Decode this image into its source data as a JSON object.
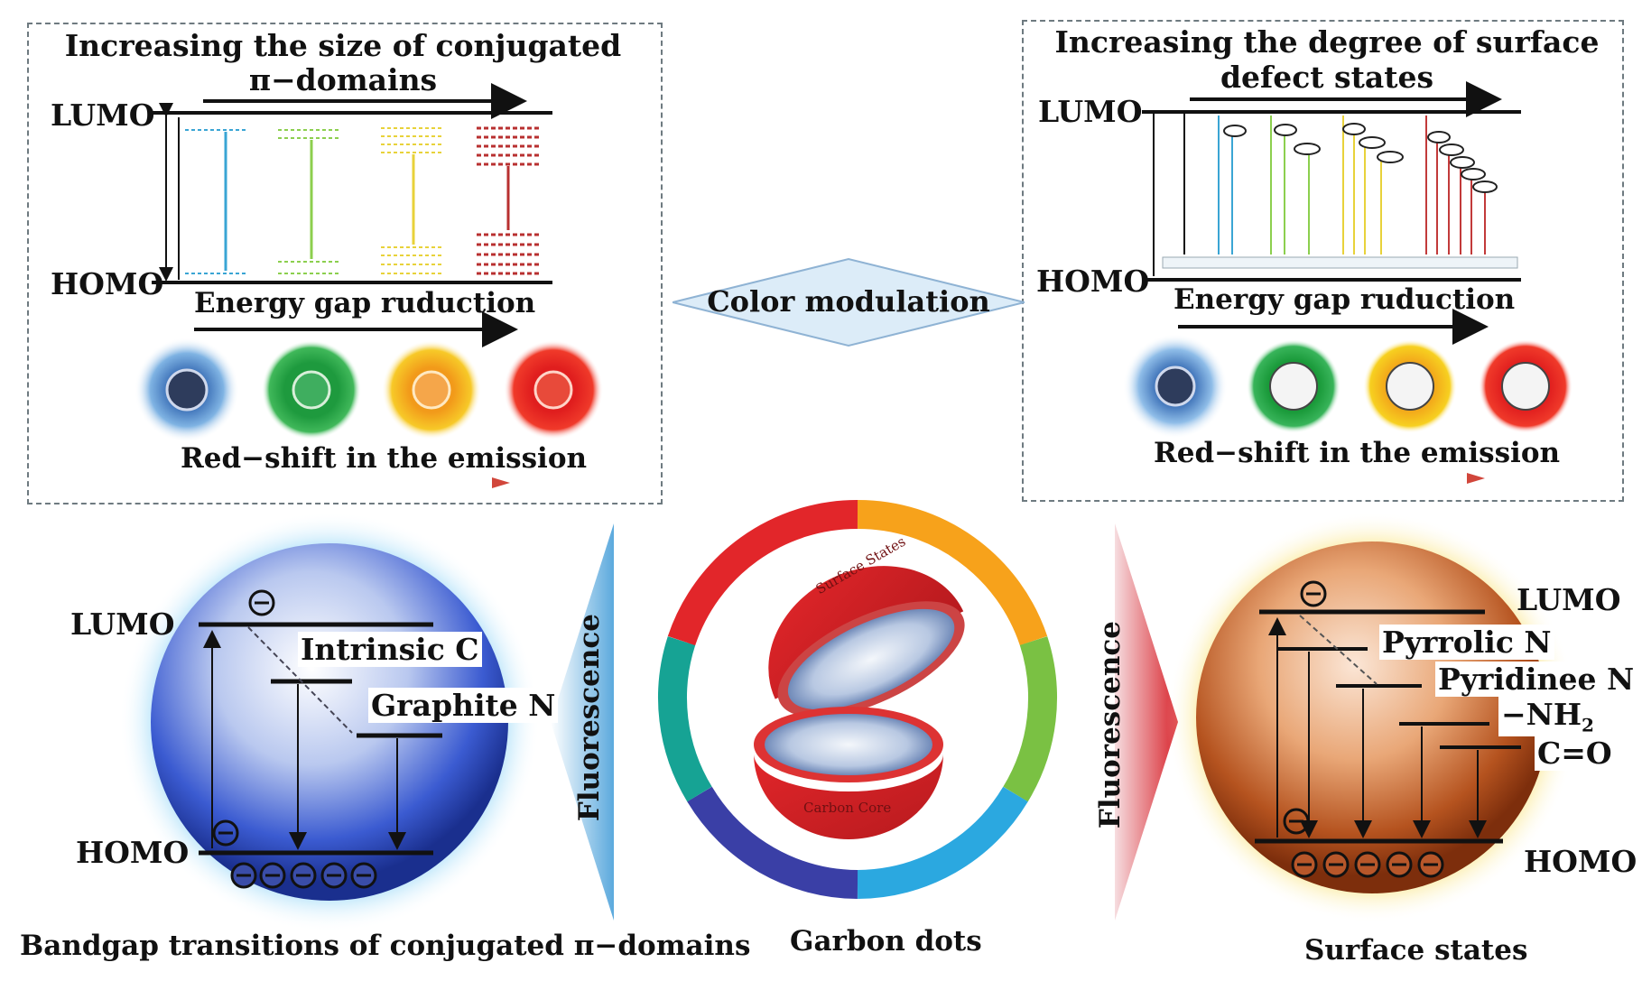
{
  "top_left": {
    "title_line1": "Increasing the size of conjugated",
    "title_line2": "π−domains",
    "lumo": "LUMO",
    "homo": "HOMO",
    "energy_gap": "Energy gap ruduction",
    "red_shift": "Red−shift in the emission"
  },
  "top_right": {
    "title_line1": "Increasing the degree of surface",
    "title_line2": "defect states",
    "lumo": "LUMO",
    "homo": "HOMO",
    "energy_gap": "Energy gap ruduction",
    "red_shift": "Red−shift in the emission"
  },
  "center": {
    "color_modulation": "Color modulation",
    "fluorescence_left": "Fluorescence",
    "fluorescence_right": "Fluorescence",
    "caption": "Garbon dots",
    "surface_states_label": "Surface States",
    "carbon_core_label": "Carbon Core"
  },
  "bottom_left": {
    "lumo": "LUMO",
    "homo": "HOMO",
    "intrinsic": "Intrinsic C",
    "graphite": "Graphite N",
    "caption": "Bandgap transitions of conjugated π−domains"
  },
  "bottom_right": {
    "lumo": "LUMO",
    "homo": "HOMO",
    "pyrrolic": "Pyrrolic N",
    "pyridinee": "Pyridinee N",
    "nh2_prefix": "−NH",
    "nh2_sub": "2",
    "co": "C=O",
    "caption": "Surface states"
  },
  "colors": {
    "blue": "#2a9fd6",
    "green": "#7ac943",
    "yellow": "#f2c200",
    "red": "#c0282d",
    "panel_border": "#6e7a80",
    "diamond_fill": "#dcecf8"
  }
}
